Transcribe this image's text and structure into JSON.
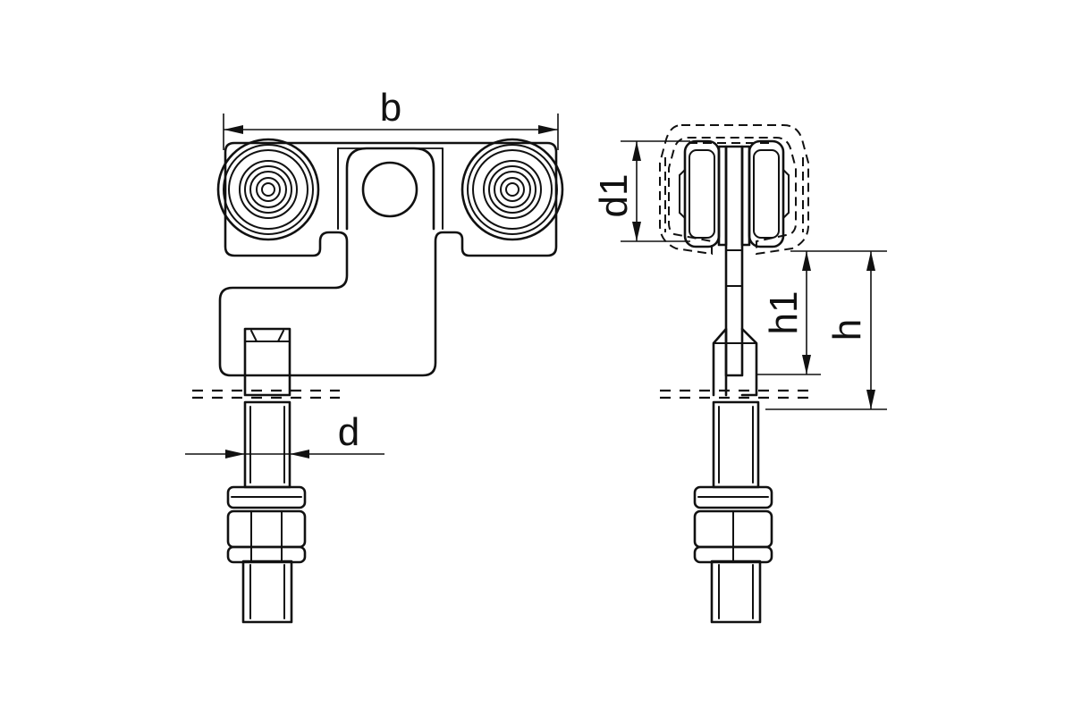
{
  "labels": {
    "b": "b",
    "d": "d",
    "d1": "d1",
    "h1": "h1",
    "h": "h"
  }
}
